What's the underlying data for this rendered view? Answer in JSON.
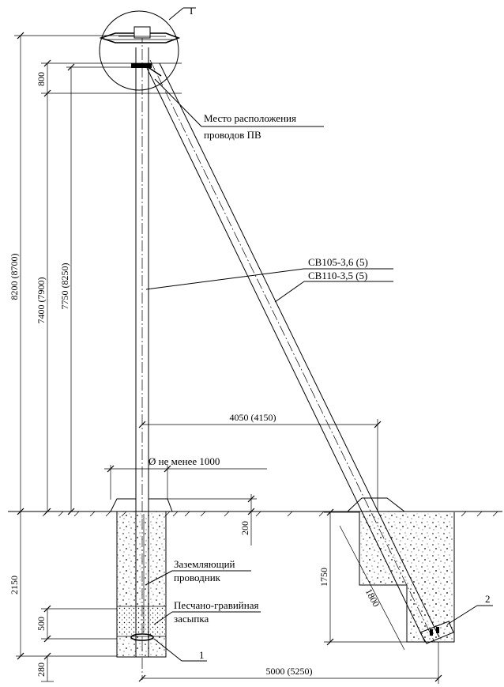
{
  "callouts": {
    "node_I": "I",
    "node_1": "1",
    "node_2": "2",
    "wire_place_line1": "Место расположения",
    "wire_place_line2": "проводов ПВ",
    "pole_type_1": "СВ105-3,6 (5)",
    "pole_type_2": "СВ110-3,5 (5)",
    "ground_wire_line1": "Заземляющий",
    "ground_wire_line2": "проводник",
    "backfill_line1": "Песчано-гравийная",
    "backfill_line2": "засыпка",
    "pit_diameter": "Ø не менее 1000"
  },
  "dimensions": {
    "d800": "800",
    "d8200": "8200 (8700)",
    "d7400": "7400 (7900)",
    "d7750": "7750 (8250)",
    "d4050": "4050 (4150)",
    "d200": "200",
    "d2150": "2150",
    "d500": "500",
    "d280": "280",
    "d5000": "5000 (5250)",
    "d1750": "1750",
    "d1800": "1800"
  }
}
